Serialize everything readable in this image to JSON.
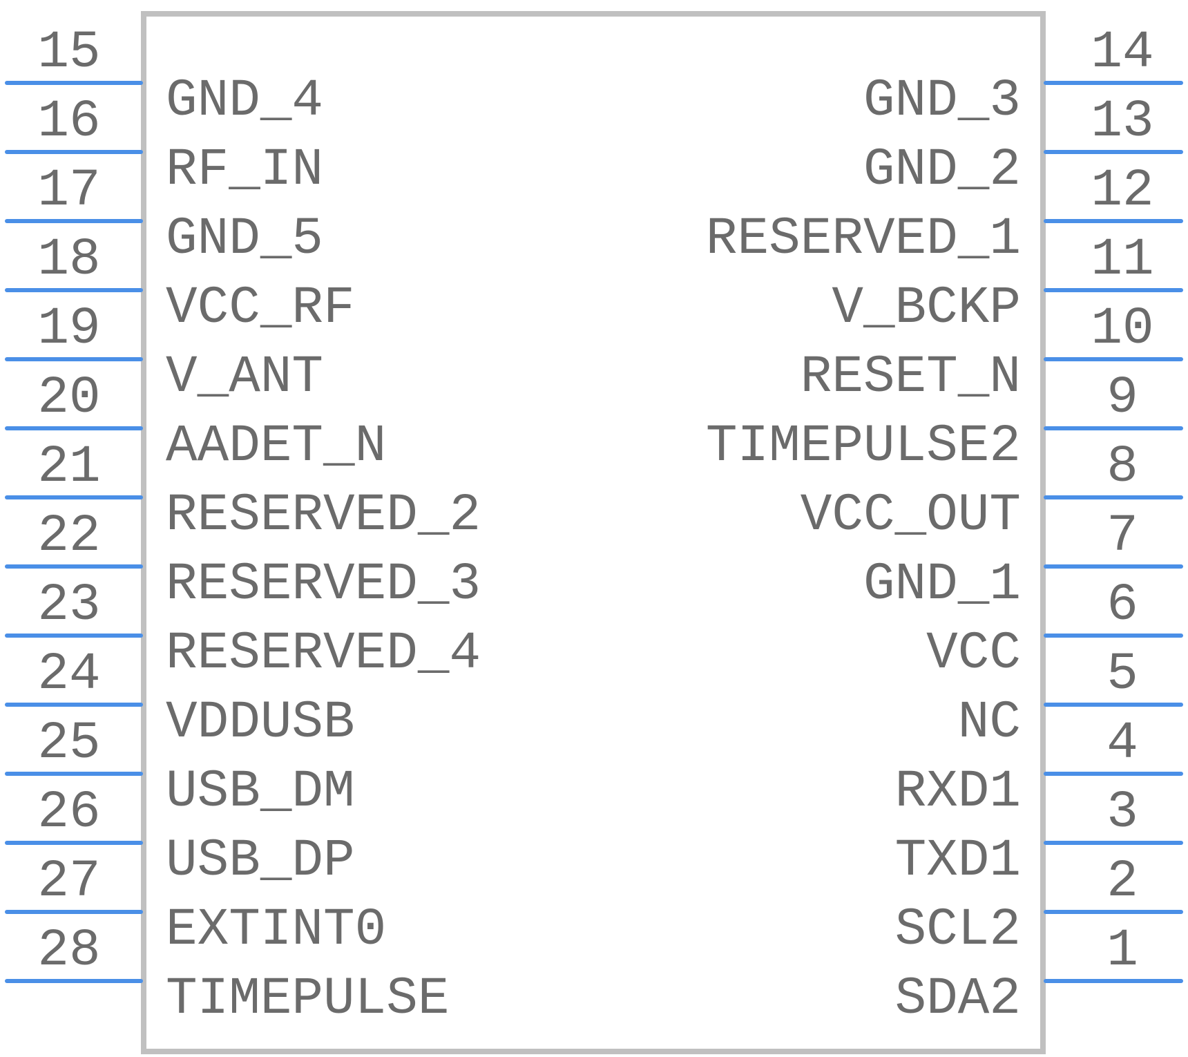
{
  "colors": {
    "body_border": "#c0c0c0",
    "pin_line": "#4a8fe7",
    "text": "#6b6b6b"
  },
  "left_pins": [
    {
      "number": "15",
      "label": "GND_4"
    },
    {
      "number": "16",
      "label": "RF_IN"
    },
    {
      "number": "17",
      "label": "GND_5"
    },
    {
      "number": "18",
      "label": "VCC_RF"
    },
    {
      "number": "19",
      "label": "V_ANT"
    },
    {
      "number": "20",
      "label": "AADET_N"
    },
    {
      "number": "21",
      "label": "RESERVED_2"
    },
    {
      "number": "22",
      "label": "RESERVED_3"
    },
    {
      "number": "23",
      "label": "RESERVED_4"
    },
    {
      "number": "24",
      "label": "VDDUSB"
    },
    {
      "number": "25",
      "label": "USB_DM"
    },
    {
      "number": "26",
      "label": "USB_DP"
    },
    {
      "number": "27",
      "label": "EXTINT0"
    },
    {
      "number": "28",
      "label": "TIMEPULSE"
    }
  ],
  "right_pins": [
    {
      "number": "14",
      "label": "GND_3"
    },
    {
      "number": "13",
      "label": "GND_2"
    },
    {
      "number": "12",
      "label": "RESERVED_1"
    },
    {
      "number": "11",
      "label": "V_BCKP"
    },
    {
      "number": "10",
      "label": "RESET_N"
    },
    {
      "number": "9",
      "label": "TIMEPULSE2"
    },
    {
      "number": "8",
      "label": "VCC_OUT"
    },
    {
      "number": "7",
      "label": "GND_1"
    },
    {
      "number": "6",
      "label": "VCC"
    },
    {
      "number": "5",
      "label": "NC"
    },
    {
      "number": "4",
      "label": "RXD1"
    },
    {
      "number": "3",
      "label": "TXD1"
    },
    {
      "number": "2",
      "label": "SCL2"
    },
    {
      "number": "1",
      "label": "SDA2"
    }
  ]
}
